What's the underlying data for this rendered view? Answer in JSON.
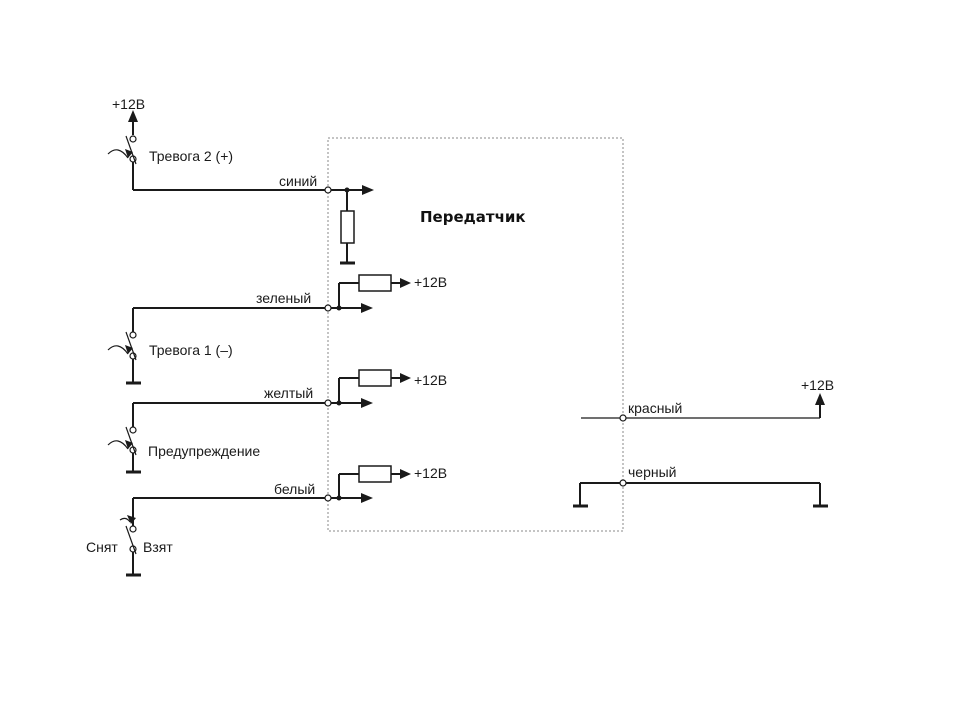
{
  "transmitter": {
    "title": "Передатчик"
  },
  "wires": {
    "blue": "синий",
    "green": "зеленый",
    "yellow": "желтый",
    "white": "белый",
    "red": "красный",
    "black": "черный"
  },
  "switches": {
    "alarm2": "Тревога 2 (+)",
    "alarm1": "Тревога 1 (–)",
    "warning": "Предупреждение",
    "disarmed": "Снят",
    "armed": "Взят"
  },
  "supply": "+12В"
}
